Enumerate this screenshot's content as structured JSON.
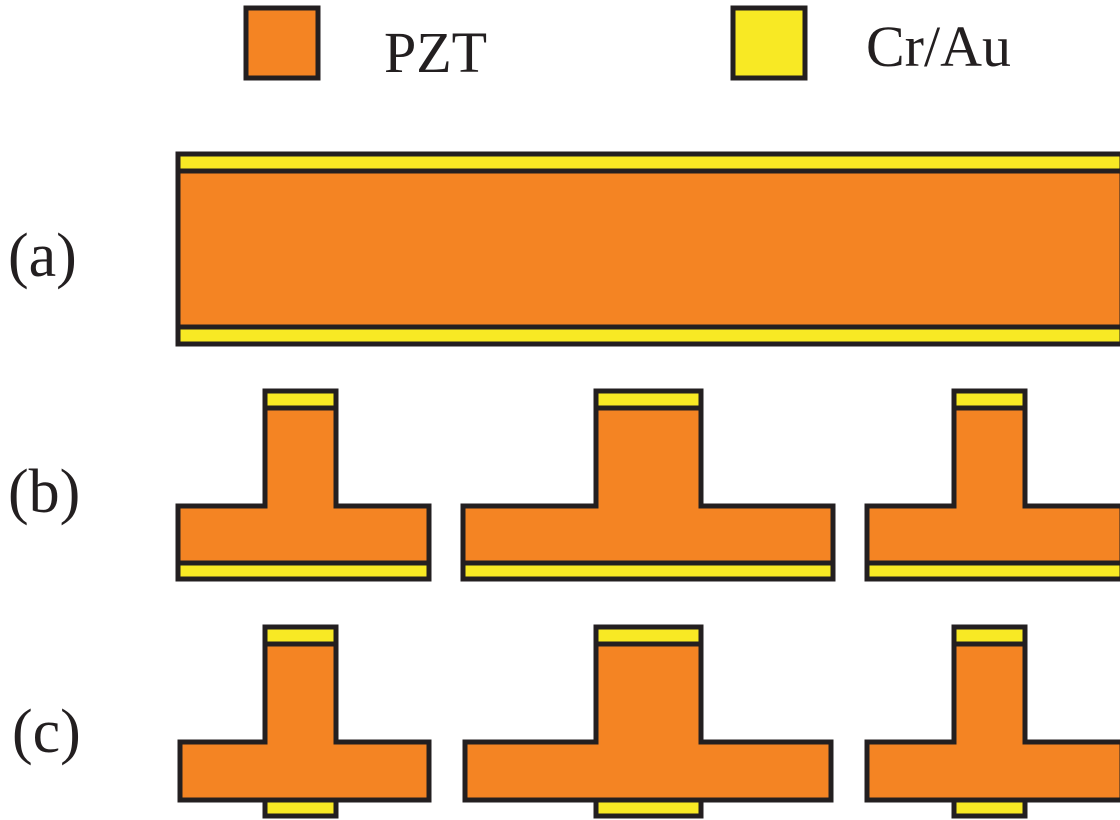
{
  "colors": {
    "pzt": "#F48423",
    "electrode": "#F8E924",
    "outline": "#231F20",
    "text": "#231F20",
    "background": "#FFFFFF"
  },
  "legend": {
    "items": [
      {
        "label": "PZT",
        "material": "pzt"
      },
      {
        "label": "Cr/Au",
        "material": "electrode"
      }
    ]
  },
  "panels": [
    {
      "label": "(a)",
      "structure": "full-slab",
      "top_electrode": "full",
      "bottom_electrode": "full"
    },
    {
      "label": "(b)",
      "structure": "t-shaped-elements",
      "element_count": 3,
      "top_electrode": "on stem",
      "bottom_electrode": "full width"
    },
    {
      "label": "(c)",
      "structure": "t-shaped-elements",
      "element_count": 3,
      "top_electrode": "on stem",
      "bottom_electrode": "under stem only"
    }
  ]
}
